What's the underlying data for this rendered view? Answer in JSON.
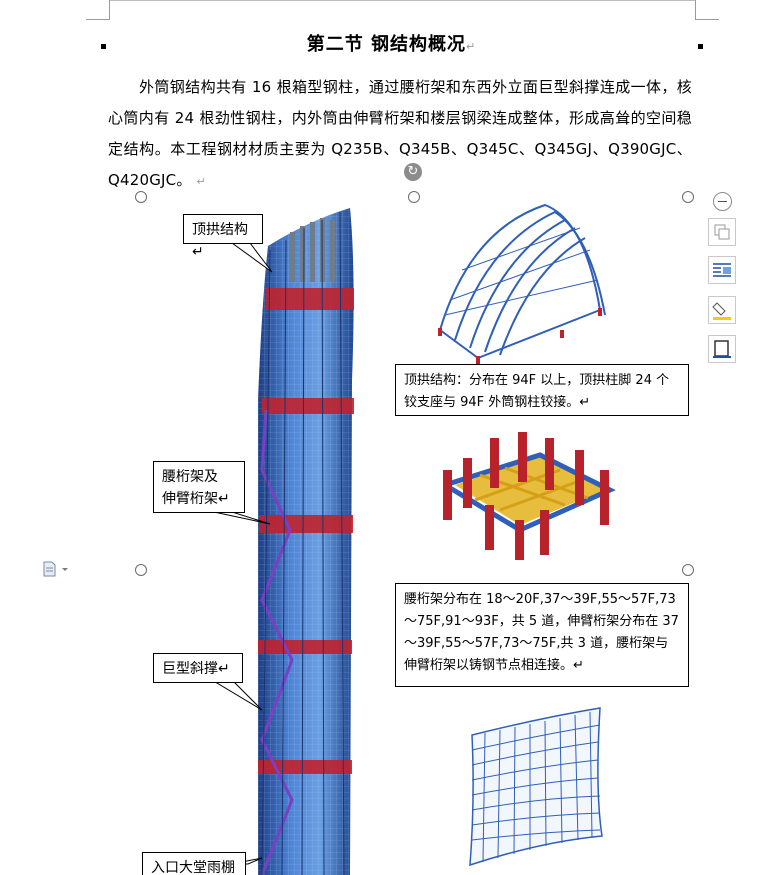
{
  "page": {
    "heading": "第二节 钢结构概况",
    "paragraph": "外筒钢结构共有 16 根箱型钢柱，通过腰桁架和东西外立面巨型斜撑连成一体，核心筒内有 24 根劲性钢柱，内外筒由伸臂桁架和楼层钢梁连成整体，形成高耸的空间稳定结构。本工程钢材材质主要为 Q235B、Q345B、Q345C、Q345GJ、Q390GJC、Q420GJC。",
    "para_mark": "↵"
  },
  "callouts": {
    "arch": "顶拱结构↵",
    "waist_1": "腰桁架及",
    "waist_2": "伸臂桁架↵",
    "brace": "巨型斜撑↵",
    "lobby": "入口大堂雨棚"
  },
  "info": {
    "arch_desc": "顶拱结构：分布在 94F 以上，顶拱柱脚 24 个铰支座与 94F 外筒钢柱铰接。↵",
    "truss_desc": "腰桁架分布在 18～20F,37～39F,55～57F,73～75F,91～93F，共 5 道，伸臂桁架分布在 37～39F,55～57F,73～75F,共 3 道，腰桁架与伸臂桁架以铸钢节点相连接。↵"
  },
  "icons": [
    "rotate-icon",
    "collapse-icon",
    "layout-options-icon",
    "wrap-text-icon",
    "fill-icon",
    "border-icon",
    "document-icon"
  ],
  "colors": {
    "steel_blue": "#2f5fb8",
    "truss_red": "#b8222a",
    "beam_yellow": "#e3b21b",
    "brace_purple": "#7a3fc4"
  }
}
